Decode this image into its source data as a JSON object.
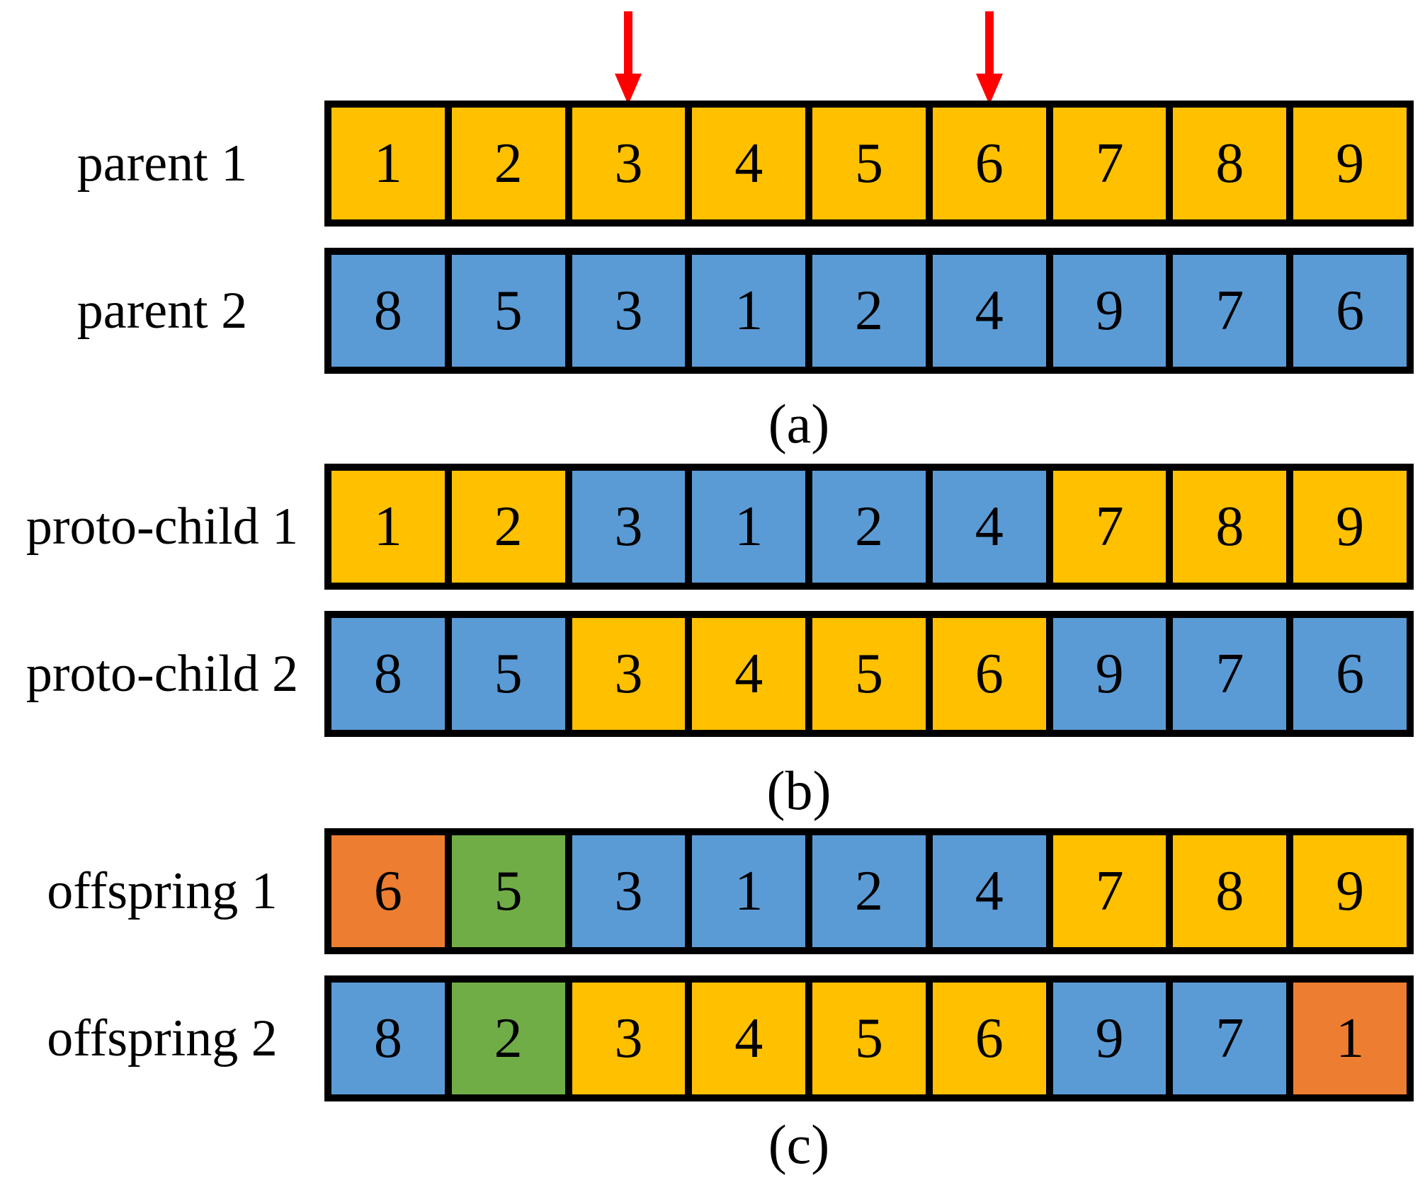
{
  "figure": {
    "colors": {
      "yellow": "#FFC000",
      "blue": "#5B9BD5",
      "orange": "#ED7D31",
      "green": "#70AD47",
      "arrow_red": "#FF0000",
      "border": "#000000"
    },
    "arrows": [
      {
        "name": "crossover-point-1",
        "cell_index": 3
      },
      {
        "name": "crossover-point-2",
        "cell_index": 6
      }
    ],
    "captions": [
      "(a)",
      "(b)",
      "(c)"
    ],
    "rows": [
      {
        "label": "parent 1",
        "cells": [
          {
            "value": "1",
            "color": "yellow"
          },
          {
            "value": "2",
            "color": "yellow"
          },
          {
            "value": "3",
            "color": "yellow"
          },
          {
            "value": "4",
            "color": "yellow"
          },
          {
            "value": "5",
            "color": "yellow"
          },
          {
            "value": "6",
            "color": "yellow"
          },
          {
            "value": "7",
            "color": "yellow"
          },
          {
            "value": "8",
            "color": "yellow"
          },
          {
            "value": "9",
            "color": "yellow"
          }
        ]
      },
      {
        "label": "parent 2",
        "cells": [
          {
            "value": "8",
            "color": "blue"
          },
          {
            "value": "5",
            "color": "blue"
          },
          {
            "value": "3",
            "color": "blue"
          },
          {
            "value": "1",
            "color": "blue"
          },
          {
            "value": "2",
            "color": "blue"
          },
          {
            "value": "4",
            "color": "blue"
          },
          {
            "value": "9",
            "color": "blue"
          },
          {
            "value": "7",
            "color": "blue"
          },
          {
            "value": "6",
            "color": "blue"
          }
        ]
      },
      {
        "label": "proto-child 1",
        "cells": [
          {
            "value": "1",
            "color": "yellow"
          },
          {
            "value": "2",
            "color": "yellow"
          },
          {
            "value": "3",
            "color": "blue"
          },
          {
            "value": "1",
            "color": "blue"
          },
          {
            "value": "2",
            "color": "blue"
          },
          {
            "value": "4",
            "color": "blue"
          },
          {
            "value": "7",
            "color": "yellow"
          },
          {
            "value": "8",
            "color": "yellow"
          },
          {
            "value": "9",
            "color": "yellow"
          }
        ]
      },
      {
        "label": "proto-child 2",
        "cells": [
          {
            "value": "8",
            "color": "blue"
          },
          {
            "value": "5",
            "color": "blue"
          },
          {
            "value": "3",
            "color": "yellow"
          },
          {
            "value": "4",
            "color": "yellow"
          },
          {
            "value": "5",
            "color": "yellow"
          },
          {
            "value": "6",
            "color": "yellow"
          },
          {
            "value": "9",
            "color": "blue"
          },
          {
            "value": "7",
            "color": "blue"
          },
          {
            "value": "6",
            "color": "blue"
          }
        ]
      },
      {
        "label": "offspring 1",
        "cells": [
          {
            "value": "6",
            "color": "orange"
          },
          {
            "value": "5",
            "color": "green"
          },
          {
            "value": "3",
            "color": "blue"
          },
          {
            "value": "1",
            "color": "blue"
          },
          {
            "value": "2",
            "color": "blue"
          },
          {
            "value": "4",
            "color": "blue"
          },
          {
            "value": "7",
            "color": "yellow"
          },
          {
            "value": "8",
            "color": "yellow"
          },
          {
            "value": "9",
            "color": "yellow"
          }
        ]
      },
      {
        "label": "offspring 2",
        "cells": [
          {
            "value": "8",
            "color": "blue"
          },
          {
            "value": "2",
            "color": "green"
          },
          {
            "value": "3",
            "color": "yellow"
          },
          {
            "value": "4",
            "color": "yellow"
          },
          {
            "value": "5",
            "color": "yellow"
          },
          {
            "value": "6",
            "color": "yellow"
          },
          {
            "value": "9",
            "color": "blue"
          },
          {
            "value": "7",
            "color": "blue"
          },
          {
            "value": "1",
            "color": "orange"
          }
        ]
      }
    ]
  }
}
